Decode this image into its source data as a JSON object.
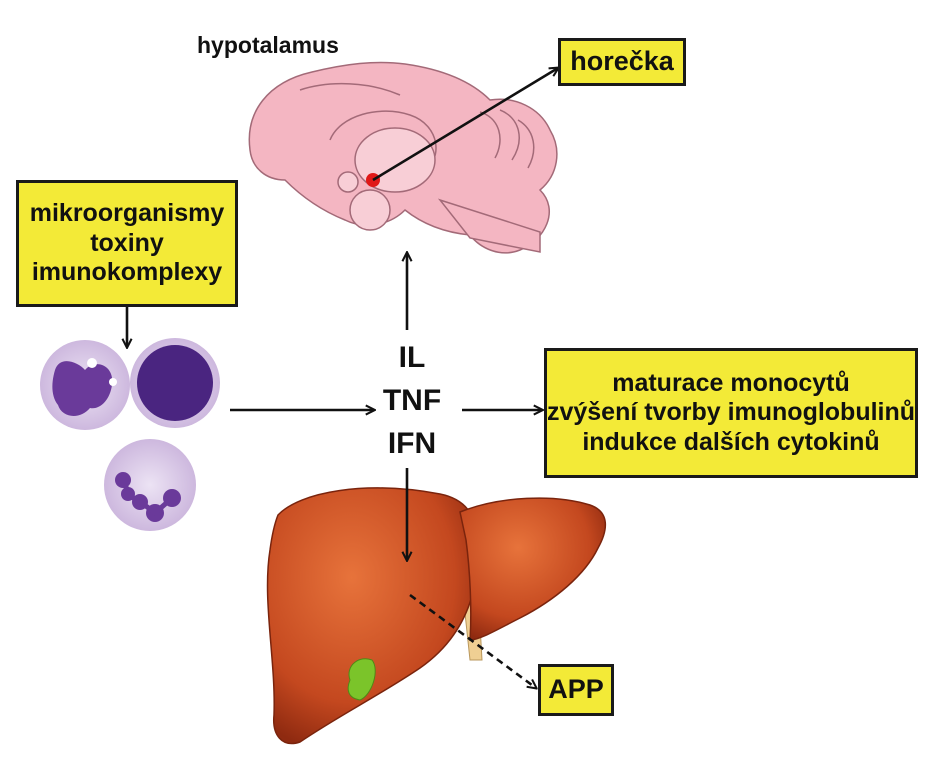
{
  "labels": {
    "hypothalamus": "hypotalamus",
    "fever": "horečka",
    "triggers": [
      "mikroorganismy",
      "toxiny",
      "imunokomplexy"
    ],
    "cytokines": [
      "IL",
      "TNF",
      "IFN"
    ],
    "effects": [
      "maturace monocytů",
      "zvýšení tvorby imunoglobulinů",
      "indukce dalších cytokinů"
    ],
    "app": "APP"
  },
  "colors": {
    "box_fill": "#f3ea37",
    "brain": "#f4b6c2",
    "liver": "#c4481f",
    "gallbladder": "#7bc42a",
    "cell_purple": "#5a2a8c",
    "hypothalamus_dot": "#e01818"
  },
  "icons": [
    "brain-icon",
    "liver-icon",
    "leukocyte-icon",
    "arrow-icon"
  ]
}
